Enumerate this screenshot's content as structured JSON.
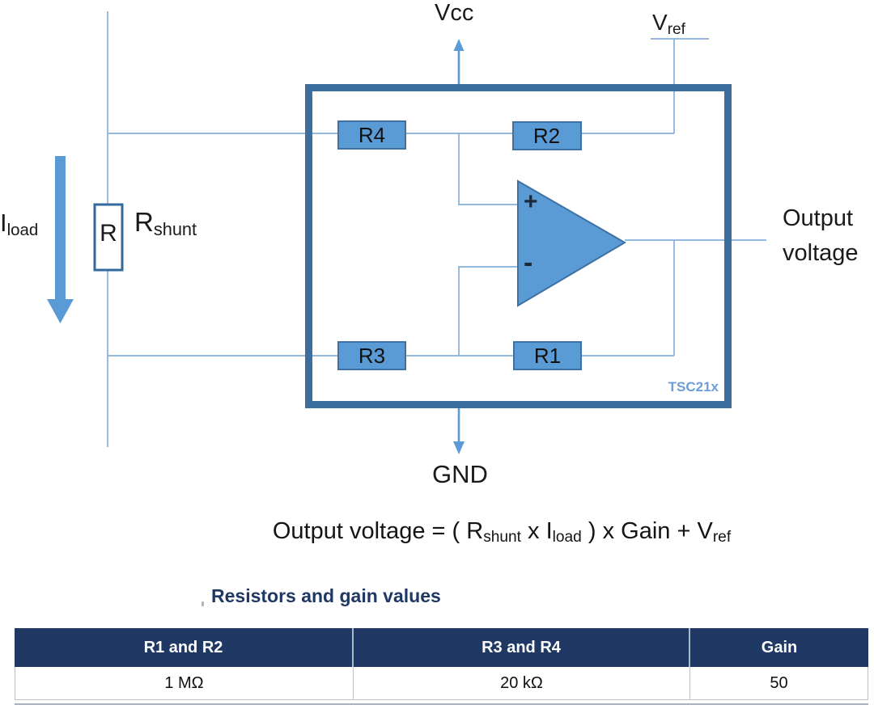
{
  "diagram": {
    "labels": {
      "vcc": "Vcc",
      "vref": {
        "base": "V",
        "sub": "ref"
      },
      "iload": {
        "base": "I",
        "sub": "load"
      },
      "rshunt_inner": "R",
      "rshunt": {
        "base": "R",
        "sub": "shunt"
      },
      "opamp_plus": "+",
      "opamp_minus": "-",
      "output_line1": "Output",
      "output_line2": "voltage",
      "gnd": "GND",
      "chip": "TSC21x"
    },
    "resistors": {
      "r4": "R4",
      "r2": "R2",
      "r3": "R3",
      "r1": "R1"
    },
    "colors": {
      "component_blue": "#5B9BD5",
      "component_border": "#3F71A3",
      "box_border": "#3C6E9F",
      "wire": "#86AFD9",
      "navy": "#1F3864",
      "chip_label": "#6D9ED6"
    }
  },
  "formula": {
    "p1": "Output voltage = ( R",
    "s1": "shunt",
    "p2": " x I",
    "s2": "load",
    "p3": " ) x Gain + V",
    "s3": "ref"
  },
  "table": {
    "title": "Resistors and gain values",
    "columns": [
      "R1 and R2",
      "R3 and R4",
      "Gain"
    ],
    "values": [
      "1 MΩ",
      "20 kΩ",
      "50"
    ]
  }
}
